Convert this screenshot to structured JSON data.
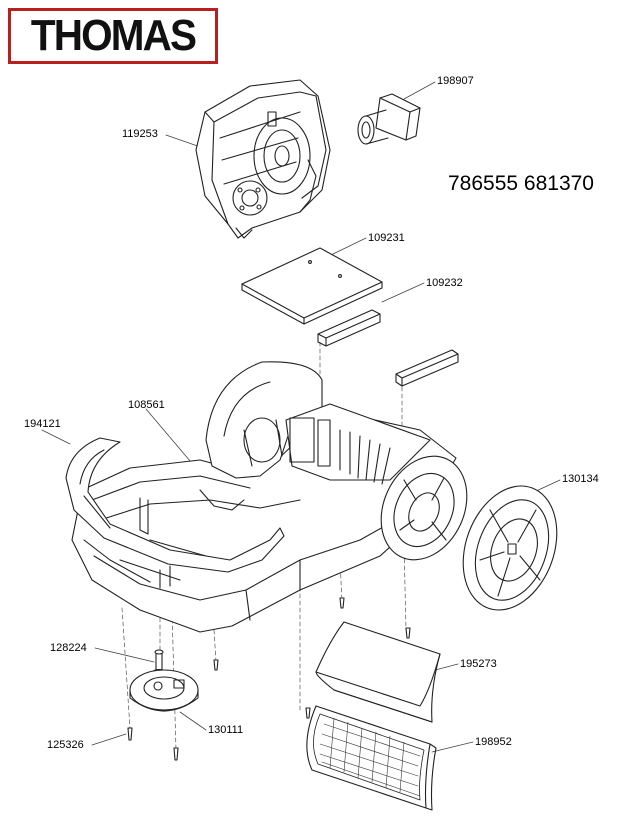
{
  "brand": {
    "name": "THOMAS",
    "accent_color": "#b8201f"
  },
  "model_numbers": "786555 681370",
  "parts": [
    {
      "id": "p119253",
      "number": "119253"
    },
    {
      "id": "p198907",
      "number": "198907"
    },
    {
      "id": "p109231",
      "number": "109231"
    },
    {
      "id": "p109232",
      "number": "109232"
    },
    {
      "id": "p108561",
      "number": "108561"
    },
    {
      "id": "p194121",
      "number": "194121"
    },
    {
      "id": "p130134",
      "number": "130134"
    },
    {
      "id": "p128224",
      "number": "128224"
    },
    {
      "id": "p195273",
      "number": "195273"
    },
    {
      "id": "p130111",
      "number": "130111"
    },
    {
      "id": "p125326",
      "number": "125326"
    },
    {
      "id": "p198952",
      "number": "198952"
    }
  ]
}
